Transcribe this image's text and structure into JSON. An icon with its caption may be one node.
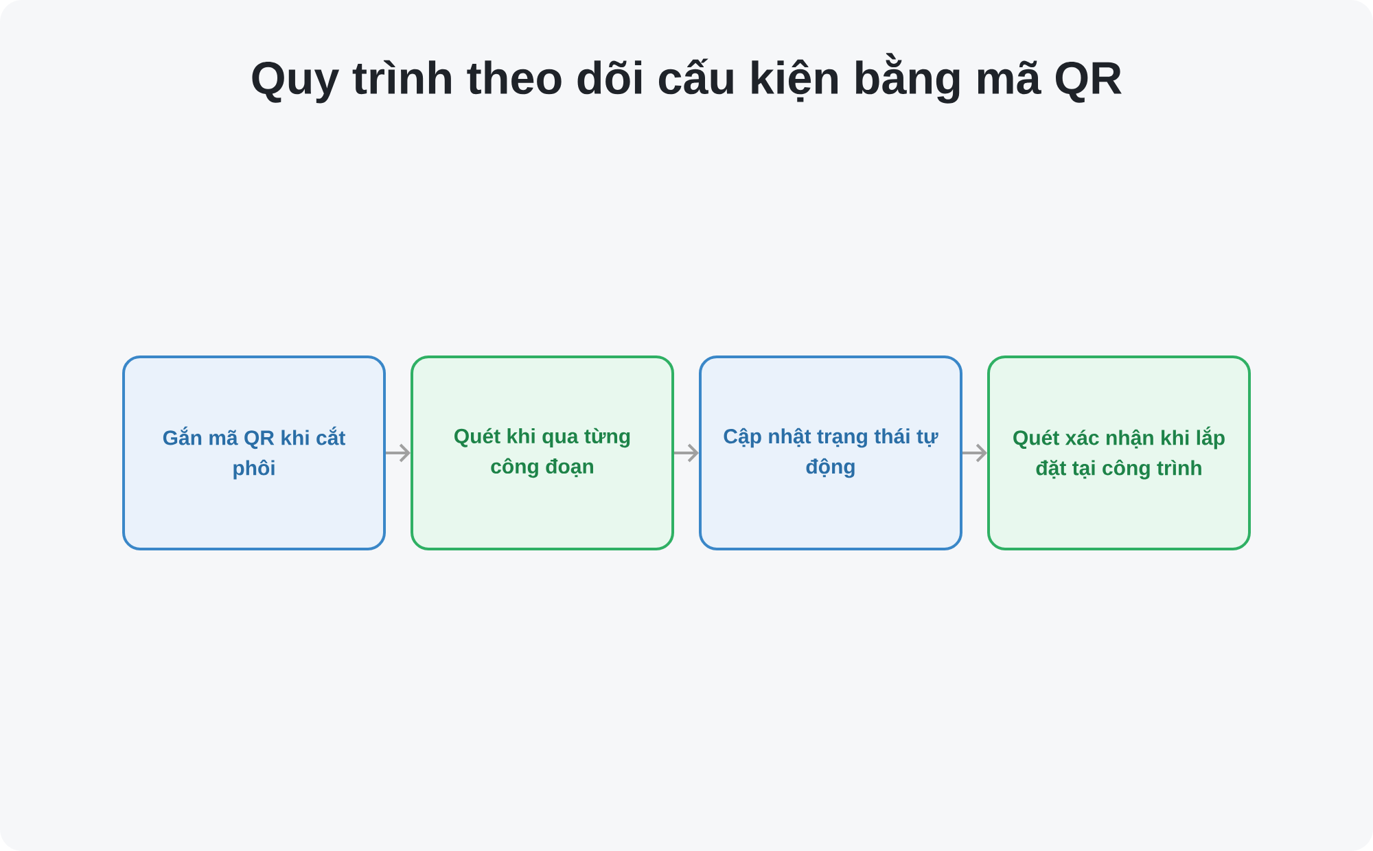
{
  "diagram": {
    "title": "Quy trình theo dõi cấu kiện bằng mã QR",
    "nodes": [
      {
        "text": [
          "Gắn mã QR khi cắt phôi"
        ]
      },
      {
        "text": [
          "Quét khi qua từng công đoạn"
        ]
      },
      {
        "text": [
          "Cập nhật trạng thái tự động"
        ]
      },
      {
        "text": [
          "Quét xác nhận khi lắp đặt tại công trình"
        ]
      }
    ],
    "edges": [
      {
        "from": 0,
        "to": 1,
        "arrow": "to"
      },
      {
        "from": 1,
        "to": 2,
        "arrow": "to"
      },
      {
        "from": 2,
        "to": 3,
        "arrow": "to"
      }
    ]
  }
}
